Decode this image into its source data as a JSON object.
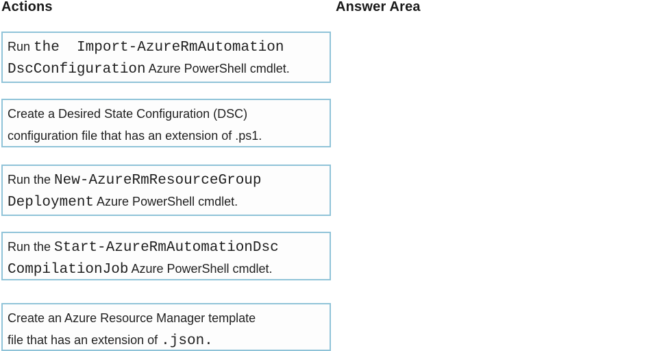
{
  "colors": {
    "box_border": "#8fc3d8",
    "box_background": "#fdfdfd",
    "text": "#1f1f1f",
    "page_background": "#ffffff"
  },
  "headers": {
    "actions": "Actions",
    "answer_area": "Answer Area"
  },
  "actions": [
    {
      "lines": [
        {
          "segments": [
            {
              "text": "Run "
            },
            {
              "text": "the  Import-AzureRmAutomation"
            }
          ]
        },
        {
          "segments": [
            {
              "text": "DscConfiguration"
            },
            {
              "text": " Azure PowerShell cmdlet."
            }
          ]
        }
      ]
    },
    {
      "lines": [
        {
          "segments": [
            {
              "text": "Create a Desired State Configuration (DSC)"
            }
          ]
        },
        {
          "segments": [
            {
              "text": "configuration file that has an extension of .ps1."
            }
          ]
        }
      ]
    },
    {
      "lines": [
        {
          "segments": [
            {
              "text": "Run the "
            },
            {
              "text": "New-AzureRmResourceGroup"
            }
          ]
        },
        {
          "segments": [
            {
              "text": "Deployment"
            },
            {
              "text": " Azure PowerShell cmdlet."
            }
          ]
        }
      ]
    },
    {
      "lines": [
        {
          "segments": [
            {
              "text": "Run the "
            },
            {
              "text": "Start-AzureRmAutomationDsc"
            }
          ]
        },
        {
          "segments": [
            {
              "text": "CompilationJob"
            },
            {
              "text": " Azure PowerShell cmdlet."
            }
          ]
        }
      ]
    },
    {
      "lines": [
        {
          "segments": [
            {
              "text": "Create an Azure Resource Manager template"
            }
          ]
        },
        {
          "segments": [
            {
              "text": "file that has an extension of "
            },
            {
              "text": ".json."
            }
          ]
        }
      ]
    }
  ]
}
